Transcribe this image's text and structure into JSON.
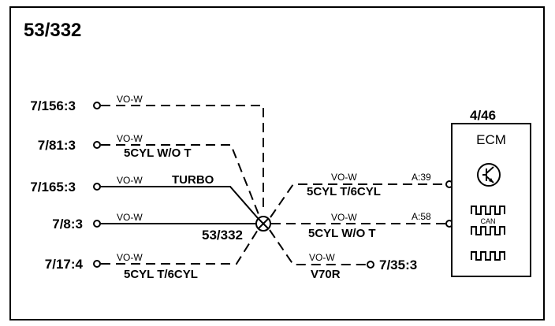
{
  "diagram": {
    "title": "53/332",
    "splice": {
      "label": "53/332"
    },
    "connectors": [
      {
        "id": "7/156:3",
        "wire_color": "VO-W",
        "variant": ""
      },
      {
        "id": "7/81:3",
        "wire_color": "VO-W",
        "variant": "5CYL W/O T"
      },
      {
        "id": "7/165:3",
        "wire_color": "VO-W",
        "variant": "TURBO"
      },
      {
        "id": "7/8:3",
        "wire_color": "VO-W",
        "variant": ""
      },
      {
        "id": "7/17:4",
        "wire_color": "VO-W",
        "variant": "5CYL T/6CYL"
      }
    ],
    "outputs": [
      {
        "wire_color": "VO-W",
        "variant": "5CYL T/6CYL",
        "pin": "A:39"
      },
      {
        "wire_color": "VO-W",
        "variant": "5CYL W/O T",
        "pin": "A:58"
      },
      {
        "wire_color": "VO-W",
        "variant": "V70R",
        "dest": "7/35:3"
      }
    ],
    "ecm": {
      "id": "4/46",
      "name": "ECM",
      "can_label": "CAN",
      "icons": [
        "transistor-icon",
        "square-wave-icon",
        "can-bus-icon",
        "square-wave-icon"
      ]
    }
  }
}
